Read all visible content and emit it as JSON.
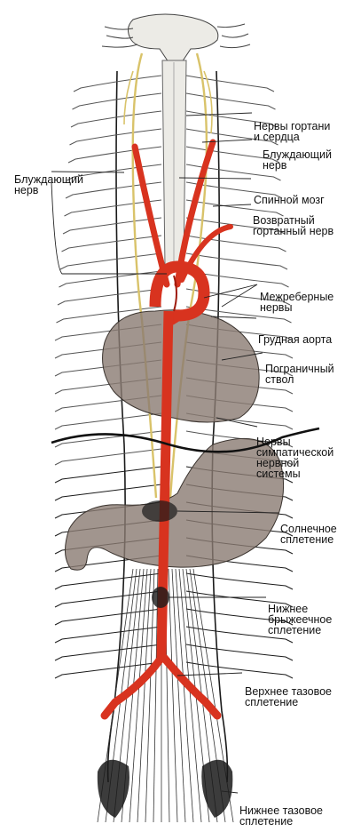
{
  "labels": {
    "larynx_heart_nerves": [
      "Нервы гортани",
      "и сердца"
    ],
    "vagus_right": [
      "Блуждающий",
      "нерв"
    ],
    "vagus_left": [
      "Блуждающий",
      "нерв"
    ],
    "spinal_cord": [
      "Спинной мозг"
    ],
    "recurrent_laryngeal": [
      "Возвратный",
      "гортанный нерв"
    ],
    "intercostal": [
      "Межреберные",
      "нервы"
    ],
    "thoracic_aorta": [
      "Грудная аорта"
    ],
    "sympathetic_trunk": [
      "Пограничный",
      "ствол"
    ],
    "sympathetic_nerves": [
      "Нервы",
      "симпатической",
      "нервной",
      "системы"
    ],
    "solar_plexus": [
      "Солнечное",
      "сплетение"
    ],
    "inferior_mesenteric": [
      "Нижнее",
      "брыжеечное",
      "сплетение"
    ],
    "superior_pelvic": [
      "Верхнее тазовое",
      "сплетение"
    ],
    "inferior_pelvic": [
      "Нижнее тазовое",
      "сплетение"
    ]
  },
  "colors": {
    "aorta": "#d8331f",
    "aorta_dark": "#9e1b0e",
    "organ_fill": "#8a7b72",
    "nerve_yellow": "#d9c36a",
    "spinal_cord": "#e9e7e2",
    "nerve_line": "#1a1a1a"
  }
}
